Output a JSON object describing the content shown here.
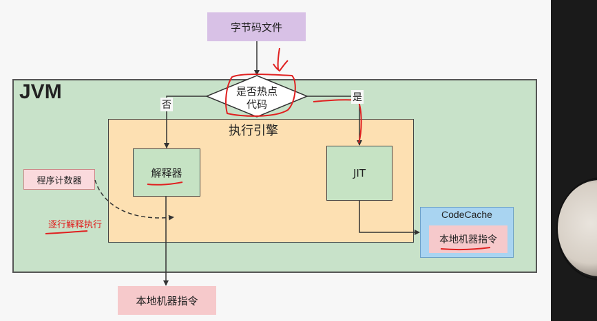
{
  "diagram": {
    "bytecode_file": "字节码文件",
    "jvm_label": "JVM",
    "decision": "是否热点\n代码",
    "yes": "是",
    "no": "否",
    "execution_engine": "执行引擎",
    "interpreter": "解释器",
    "jit": "JIT",
    "program_counter": "程序计数器",
    "line_by_line": "逐行解释执行",
    "code_cache": {
      "title": "CodeCache",
      "content": "本地机器指令"
    },
    "native_instructions": "本地机器指令"
  },
  "colors": {
    "jvm_bg": "#c8e2c9",
    "engine_bg": "#fde0b2",
    "bytecode_bg": "#d8c1e6",
    "native_bg": "#f6c9cb",
    "codecache_bg": "#a9d4f1",
    "annotation": "#e02020"
  }
}
